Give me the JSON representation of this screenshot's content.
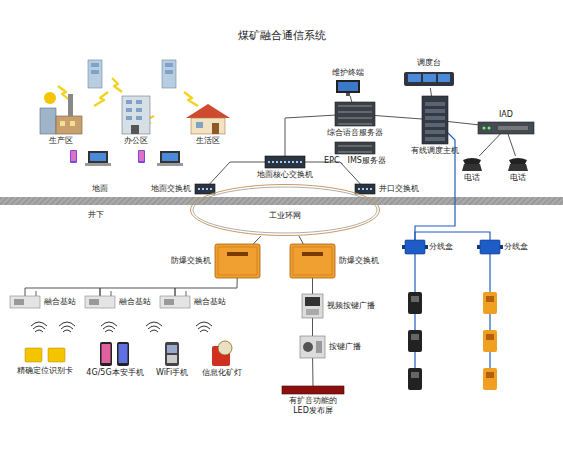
{
  "diagram": {
    "title": "煤矿融合通信系统",
    "nodes": [
      {
        "text": [
          "生产区"
        ]
      },
      {
        "text": [
          "办公区"
        ]
      },
      {
        "text": [
          "生活区"
        ]
      },
      {
        "text": [
          "维护终端"
        ]
      },
      {
        "text": [
          "调度台"
        ]
      },
      {
        "text": [
          "综合语音服务器"
        ]
      },
      {
        "text": [
          "EPC、IMS服务器"
        ]
      },
      {
        "text": [
          "IAD"
        ]
      },
      {
        "text": [
          "有线调度主机"
        ]
      },
      {
        "text": [
          "电话"
        ]
      },
      {
        "text": [
          "电话"
        ]
      },
      {
        "text": [
          "地面交换机"
        ]
      },
      {
        "text": [
          "地面核心交换机"
        ]
      },
      {
        "text": [
          "井口交换机"
        ]
      },
      {
        "text": [
          "工业环网"
        ]
      },
      {
        "text": [
          "防爆交换机"
        ]
      },
      {
        "text": [
          "防爆交换机"
        ]
      },
      {
        "text": [
          "分线盒"
        ]
      },
      {
        "text": [
          "分线盒"
        ]
      },
      {
        "text": [
          "融合基站"
        ]
      },
      {
        "text": [
          "融合基站"
        ]
      },
      {
        "text": [
          "融合基站"
        ]
      },
      {
        "text": [
          "视频按键广播"
        ]
      },
      {
        "text": [
          "按键广播"
        ]
      },
      {
        "text": [
          "有扩音功能的 LED发布屏"
        ]
      },
      {
        "text": [
          "精确定位识别卡"
        ]
      },
      {
        "text": [
          "4G/5G本安手机"
        ]
      },
      {
        "text": [
          "WiFi手机"
        ]
      },
      {
        "text": [
          "信息化矿灯"
        ]
      }
    ],
    "edges": [
      {
        "from": 3,
        "to": 5,
        "arrow": "none"
      },
      {
        "from": 4,
        "to": 8,
        "arrow": "none"
      },
      {
        "from": 5,
        "to": 8,
        "arrow": "none"
      },
      {
        "from": 8,
        "to": 7,
        "arrow": "none"
      },
      {
        "from": 7,
        "to": 9,
        "arrow": "none"
      },
      {
        "from": 7,
        "to": 10,
        "arrow": "none"
      },
      {
        "from": 5,
        "to": 12,
        "arrow": "none"
      },
      {
        "from": 11,
        "to": 12,
        "arrow": "none"
      },
      {
        "from": 12,
        "to": 13,
        "arrow": "none"
      },
      {
        "from": 14,
        "to": 15,
        "arrow": "none"
      },
      {
        "from": 14,
        "to": 16,
        "arrow": "none"
      },
      {
        "from": 8,
        "to": 17,
        "arrow": "none"
      },
      {
        "from": 17,
        "to": 18,
        "arrow": "none"
      },
      {
        "from": 15,
        "to": 21,
        "arrow": "none"
      },
      {
        "from": 21,
        "to": 20,
        "arrow": "none"
      },
      {
        "from": 20,
        "to": 19,
        "arrow": "none"
      },
      {
        "from": 16,
        "to": 22,
        "arrow": "none"
      },
      {
        "from": 22,
        "to": 23,
        "arrow": "none"
      },
      {
        "from": 23,
        "to": 24,
        "arrow": "none"
      }
    ],
    "labels": [
      "地面",
      "井下"
    ]
  }
}
